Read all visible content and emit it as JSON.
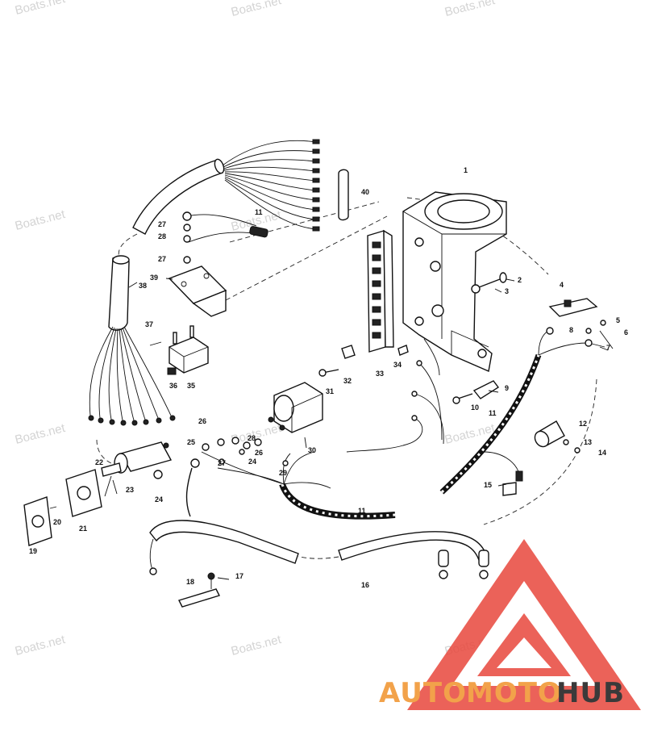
{
  "watermark": "Boats.net",
  "logo": {
    "part1": "AUTO",
    "part2": "MOTO",
    "part3": "HUB",
    "color_red": "#e8473c",
    "color_orange": "#f2a24a",
    "color_dark": "#3a3a3a"
  },
  "part_numbers": [
    "1",
    "2",
    "3",
    "4",
    "5",
    "6",
    "7",
    "8",
    "9",
    "10",
    "11",
    "12",
    "13",
    "14",
    "15",
    "16",
    "17",
    "18",
    "19",
    "20",
    "21",
    "22",
    "23",
    "24",
    "25",
    "26",
    "27",
    "28",
    "29",
    "30",
    "31",
    "32",
    "33",
    "34",
    "35",
    "36",
    "37",
    "38",
    "39",
    "40"
  ]
}
